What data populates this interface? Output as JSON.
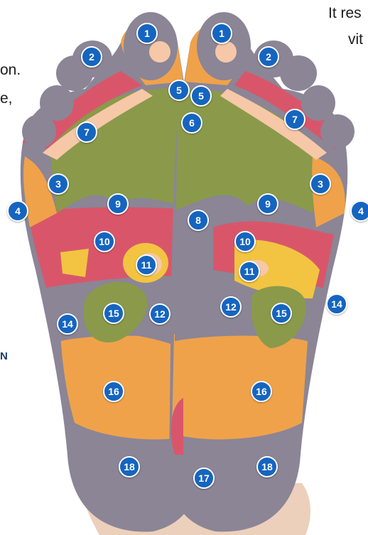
{
  "text_fragments": {
    "top_right_line1": "It res",
    "top_right_line2": "vit",
    "left_line1": "on.",
    "left_line2": "e,",
    "left_letter": "N"
  },
  "markers": [
    {
      "id": "left-1",
      "label": "1"
    },
    {
      "id": "left-2",
      "label": "2"
    },
    {
      "id": "left-5",
      "label": "5"
    },
    {
      "id": "left-7",
      "label": "7"
    },
    {
      "id": "left-3",
      "label": "3"
    },
    {
      "id": "left-4",
      "label": "4"
    },
    {
      "id": "left-9",
      "label": "9"
    },
    {
      "id": "left-10",
      "label": "10"
    },
    {
      "id": "left-11",
      "label": "11"
    },
    {
      "id": "left-15",
      "label": "15"
    },
    {
      "id": "left-12",
      "label": "12"
    },
    {
      "id": "left-14",
      "label": "14"
    },
    {
      "id": "left-16",
      "label": "16"
    },
    {
      "id": "left-18",
      "label": "18"
    },
    {
      "id": "right-1",
      "label": "1"
    },
    {
      "id": "right-2",
      "label": "2"
    },
    {
      "id": "right-5",
      "label": "5"
    },
    {
      "id": "center-6",
      "label": "6"
    },
    {
      "id": "right-7",
      "label": "7"
    },
    {
      "id": "right-3",
      "label": "3"
    },
    {
      "id": "right-4",
      "label": "4"
    },
    {
      "id": "center-8",
      "label": "8"
    },
    {
      "id": "right-9",
      "label": "9"
    },
    {
      "id": "right-10",
      "label": "10"
    },
    {
      "id": "right-11",
      "label": "11"
    },
    {
      "id": "right-12",
      "label": "12"
    },
    {
      "id": "right-15",
      "label": "15"
    },
    {
      "id": "right-14",
      "label": "14"
    },
    {
      "id": "right-16",
      "label": "16"
    },
    {
      "id": "center-17",
      "label": "17"
    },
    {
      "id": "right-18",
      "label": "18"
    }
  ],
  "colors": {
    "marker": "#1565c0",
    "grey_zone": "#8b8596",
    "green_zone": "#8a9a4a",
    "orange_zone": "#f0a24a",
    "pink_zone": "#d9566a",
    "yellow_zone": "#f2c442",
    "peach_zone": "#f6c8a8",
    "skin": "#f1d4be"
  }
}
